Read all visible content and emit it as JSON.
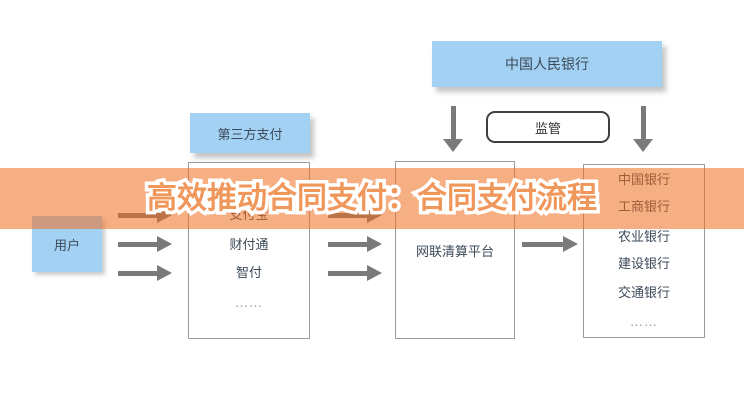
{
  "title": {
    "text": "高效推动合同支付：合同支付流程",
    "fill_color": "#F0975B",
    "stroke_color": "#FFFFFF"
  },
  "banner": {
    "color": "rgba(238,108,30,0.55)"
  },
  "nodes": {
    "pboc": {
      "label": "中国人民银行"
    },
    "supervision": {
      "label": "监管"
    },
    "third_party_label": {
      "label": "第三方支付"
    },
    "user": {
      "label": "用户"
    },
    "clearing_platform": {
      "label": "网联清算平台"
    }
  },
  "third_party_items": [
    "支付宝",
    "财付通",
    "智付",
    "……"
  ],
  "bank_items": [
    "中国银行",
    "工商银行",
    "农业银行",
    "建设银行",
    "交通银行",
    "……"
  ],
  "colors": {
    "node_blue": "#A2D1F3",
    "arrow_gray": "#7A7A7A",
    "box_border": "#9B9B9B",
    "text_dark": "#3D4A59"
  }
}
